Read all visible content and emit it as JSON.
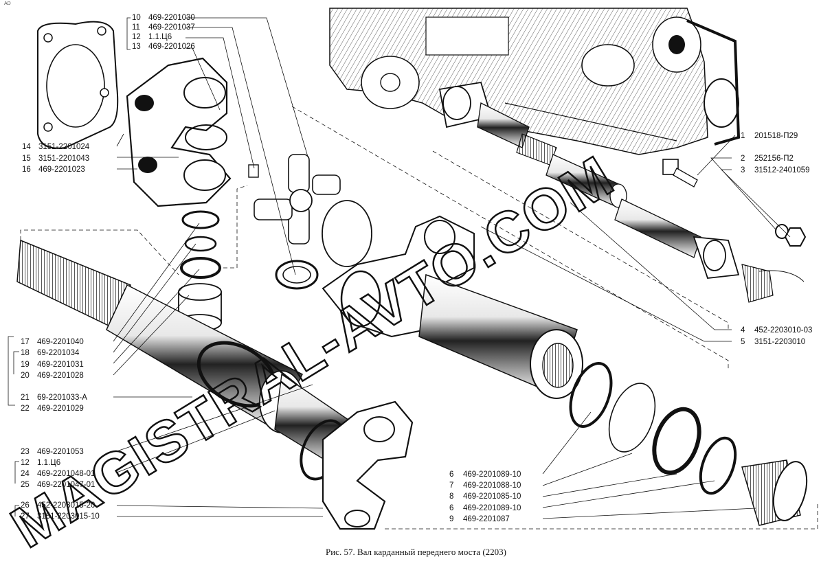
{
  "corner_mark": "AD",
  "caption": "Рис. 57. Вал карданный переднего моста (2203)",
  "watermark": "MAGISTRAL-AVTO.COM",
  "labels_left_top": [
    {
      "num": "10",
      "code": "469-2201030"
    },
    {
      "num": "11",
      "code": "469-2201037"
    },
    {
      "num": "12",
      "code": "1.1.Ц6"
    },
    {
      "num": "13",
      "code": "469-2201026"
    }
  ],
  "labels_left_mid": [
    {
      "num": "14",
      "code": "3151-2201024"
    },
    {
      "num": "15",
      "code": "3151-2201043"
    },
    {
      "num": "16",
      "code": "469-2201023"
    }
  ],
  "labels_left_low": [
    {
      "num": "17",
      "code": "469-2201040"
    },
    {
      "num": "18",
      "code": "69-2201034"
    },
    {
      "num": "19",
      "code": "469-2201031"
    },
    {
      "num": "20",
      "code": "469-2201028"
    },
    {
      "num": "21",
      "code": "69-2201033-А"
    },
    {
      "num": "22",
      "code": "469-2201029"
    }
  ],
  "labels_left_bottom": [
    {
      "num": "23",
      "code": "469-2201053"
    },
    {
      "num": "12",
      "code": "1.1.Ц6"
    },
    {
      "num": "24",
      "code": "469-2201048-01"
    },
    {
      "num": "25",
      "code": "469-2201047-01"
    },
    {
      "num": "26",
      "code": "452-2203015-20"
    },
    {
      "num": "27",
      "code": "3151-2203015-10"
    }
  ],
  "labels_right_top": [
    {
      "num": "1",
      "code": "201518-П29"
    },
    {
      "num": "2",
      "code": "252156-П2"
    },
    {
      "num": "3",
      "code": "31512-2401059"
    }
  ],
  "labels_right_mid": [
    {
      "num": "4",
      "code": "452-2203010-03"
    },
    {
      "num": "5",
      "code": "3151-2203010"
    }
  ],
  "labels_right_bottom": [
    {
      "num": "6",
      "code": "469-2201089-10"
    },
    {
      "num": "7",
      "code": "469-2201088-10"
    },
    {
      "num": "8",
      "code": "469-2201085-10"
    },
    {
      "num": "6",
      "code": "469-2201089-10"
    },
    {
      "num": "9",
      "code": "469-2201087"
    }
  ]
}
